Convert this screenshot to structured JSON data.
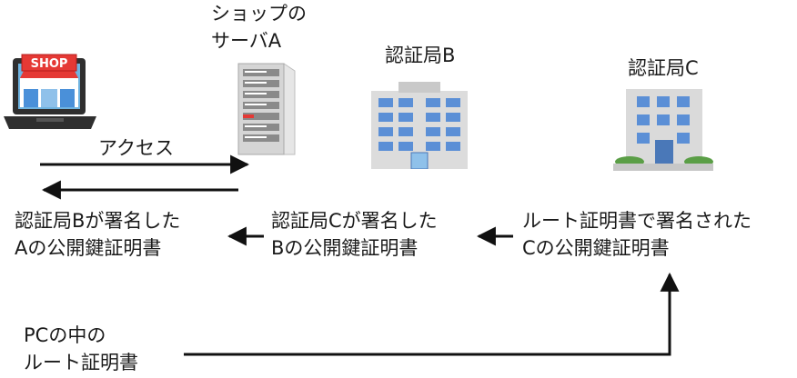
{
  "nodes": {
    "pc": {
      "sign_text": "SHOP",
      "icon": "laptop-shop-icon"
    },
    "server": {
      "label_line1": "ショップの",
      "label_line2": "サーバA",
      "icon": "server-tower-icon"
    },
    "ca_b": {
      "label": "認証局B",
      "icon": "office-building-icon"
    },
    "ca_c": {
      "label": "認証局C",
      "icon": "office-building-icon"
    }
  },
  "arrows": {
    "access_label": "アクセス"
  },
  "certificates": [
    {
      "line1": "認証局Bが署名した",
      "line2": "Aの公開鍵証明書"
    },
    {
      "line1": "認証局Cが署名した",
      "line2": "Bの公開鍵証明書"
    },
    {
      "line1": "ルート証明書で署名された",
      "line2": "Cの公開鍵証明書"
    }
  ],
  "root": {
    "line1": "PCの中の",
    "line2": "ルート証明書"
  },
  "colors": {
    "line": "#111111",
    "shop_red": "#e53935",
    "building_blue": "#5b8fd6",
    "server_gray": "#d9d9d9"
  }
}
